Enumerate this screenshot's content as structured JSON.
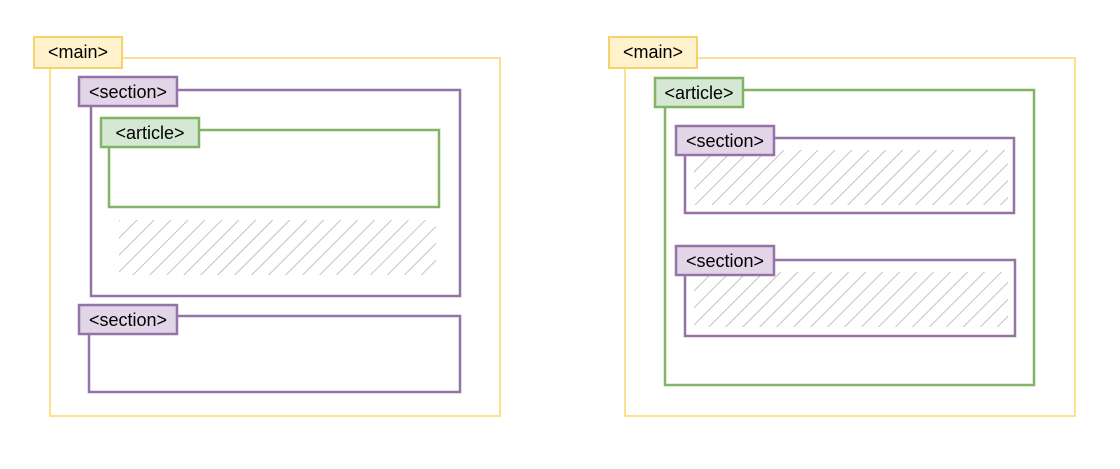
{
  "diagrams": [
    {
      "main": {
        "label": "<main>"
      },
      "first_section": {
        "label": "<section>"
      },
      "article": {
        "label": "<article>"
      },
      "second_section": {
        "label": "<section>"
      }
    },
    {
      "main": {
        "label": "<main>"
      },
      "article": {
        "label": "<article>"
      },
      "first_section": {
        "label": "<section>"
      },
      "second_section": {
        "label": "<section>"
      }
    }
  ],
  "colors": {
    "main_stroke": "#fbe08f",
    "main_tag_fill": "#fff2cc",
    "main_tag_stroke": "#f5d26b",
    "section_stroke": "#9673a6",
    "section_tag_fill": "#e1d5e7",
    "article_stroke": "#82b366",
    "article_tag_fill": "#d5e8d4",
    "hatch": "#b3b3b3",
    "text": "#000000"
  }
}
